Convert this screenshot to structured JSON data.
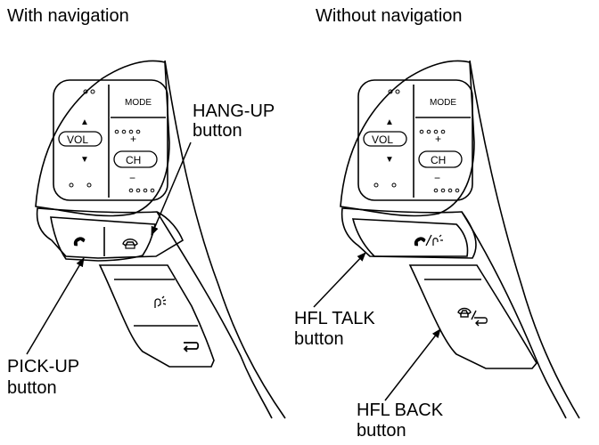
{
  "titles": {
    "with_nav": "With navigation",
    "without_nav": "Without navigation"
  },
  "callouts": {
    "hang_up": [
      "HANG-UP",
      "button"
    ],
    "pick_up": [
      "PICK-UP",
      "button"
    ],
    "hfl_talk": [
      "HFL TALK",
      "button"
    ],
    "hfl_back": [
      "HFL BACK",
      "button"
    ]
  },
  "panel_labels": {
    "mode": "MODE",
    "vol": "VOL",
    "ch": "CH",
    "plus": "+",
    "minus": "−",
    "up": "▲",
    "down": "▼"
  },
  "icons": {
    "pickup": "phone-pickup-icon",
    "hangup": "phone-hangup-icon",
    "talk": "voice-talk-icon",
    "back": "back-arrow-icon",
    "talk_combo": "phone-voice-combo-icon",
    "hangup_back_combo": "hangup-back-combo-icon"
  },
  "colors": {
    "line": "#000000",
    "fill": "#ffffff"
  }
}
